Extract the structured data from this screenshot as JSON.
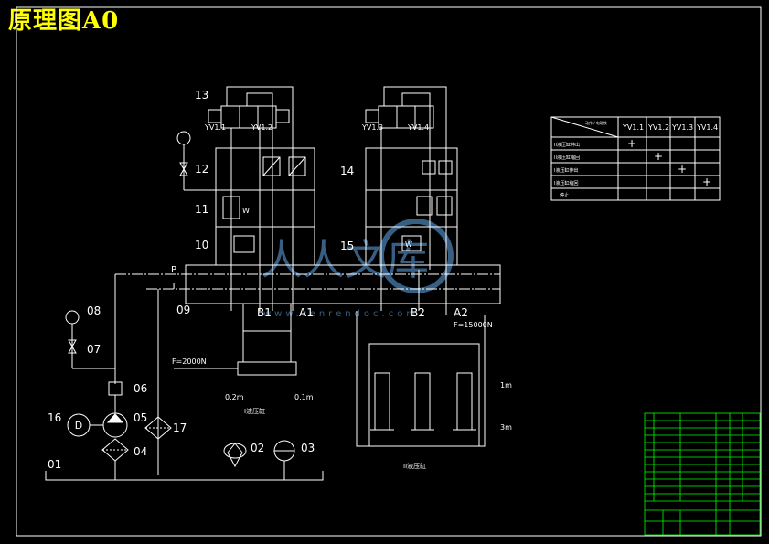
{
  "title": "原理图A0",
  "labels": {
    "n13": "13",
    "n12": "12",
    "n11": "11",
    "n10": "10",
    "n14": "14",
    "n15": "15",
    "n08": "08",
    "n07": "07",
    "n06": "06",
    "n05": "05",
    "n04": "04",
    "n16": "16",
    "n17": "17",
    "n01": "01",
    "n02": "02",
    "n03": "03",
    "n09": "09",
    "yv11": "YV1.1",
    "yv12": "YV1.2",
    "yv13": "YV1.3",
    "yv14": "YV1.4",
    "P": "P",
    "T": "T",
    "B1": "B1",
    "A1": "A1",
    "B2": "B2",
    "A2": "A2",
    "force1": "F=2000N",
    "force2": "F=15000N",
    "stroke_left_a": "0.2m",
    "stroke_left_b": "0.1m",
    "stroke_right_a": "1m",
    "stroke_right_b": "3m",
    "cyl1_caption": "II液压缸",
    "cyl2_caption": "I液压缸",
    "motor": "D",
    "w1": "W",
    "w2": "W"
  },
  "table": {
    "corner": "动作 / 电磁铁",
    "columns": [
      "YV1.1",
      "YV1.2",
      "YV1.3",
      "YV1.4"
    ],
    "rows": [
      {
        "name": "II液压缸伸出",
        "marks": [
          "+",
          "",
          "",
          ""
        ]
      },
      {
        "name": "II液压缸缩回",
        "marks": [
          "",
          "+",
          "",
          ""
        ]
      },
      {
        "name": "I液压缸伸出",
        "marks": [
          "",
          "",
          "+",
          ""
        ]
      },
      {
        "name": "I液压缸缩回",
        "marks": [
          "",
          "",
          "",
          "+"
        ]
      },
      {
        "name": "停止",
        "marks": [
          "",
          "",
          "",
          ""
        ]
      }
    ]
  },
  "watermark": {
    "text": "人人文库",
    "url": "www.renrendoc.com"
  },
  "colors": {
    "frame": "#ffffff",
    "title": "#ffff00",
    "title_block": "#00ff00",
    "watermark": "#4a7fb0"
  }
}
